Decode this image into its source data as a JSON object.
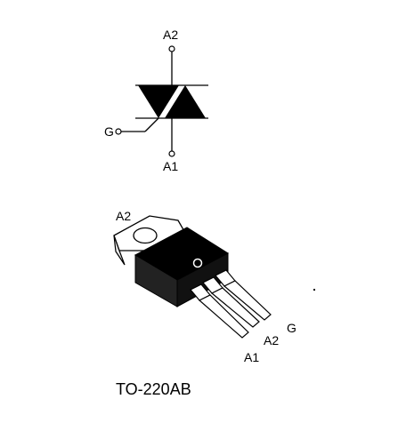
{
  "symbol": {
    "terminal_top": "A2",
    "terminal_gate": "G",
    "terminal_bottom": "A1"
  },
  "package": {
    "tab_label": "A2",
    "pin_labels": {
      "g": "G",
      "a2": "A2",
      "a1": "A1"
    },
    "name": "TO-220AB"
  }
}
